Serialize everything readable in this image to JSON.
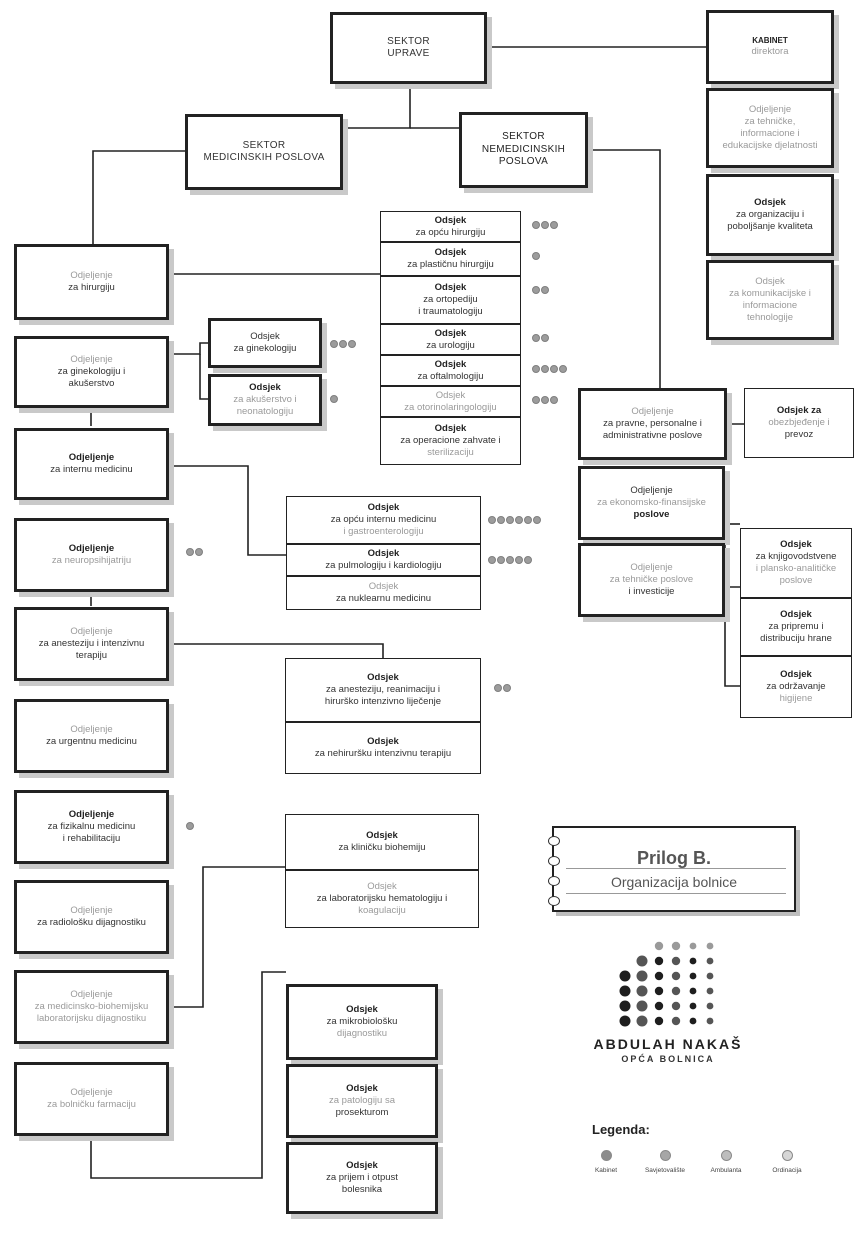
{
  "sectors": {
    "uprava": [
      "SEKTOR",
      "UPRAVE"
    ],
    "medicinski": [
      "SEKTOR",
      "MEDICINSKIH POSLOVA"
    ],
    "nemedicinski": [
      "SEKTOR",
      "NEMEDICINSKIH",
      "POSLOVA"
    ]
  },
  "right_top": {
    "kabinet": [
      "KABINET",
      "direktora"
    ],
    "informatika": [
      "Odjeljenje",
      "za tehničke,",
      "informacione i",
      "edukacijske djelatnosti"
    ],
    "organizacija": [
      "Odsjek",
      "za organizaciju i",
      "poboljšanje kvaliteta"
    ],
    "komunikacije": [
      "Odsjek",
      "za komunikacijske i",
      "informacione",
      "tehnologije"
    ]
  },
  "departments": [
    [
      "Odjeljenje",
      "za hirurgiju"
    ],
    [
      "Odjeljenje",
      "za ginekologiju i",
      "akušerstvo"
    ],
    [
      "Odjeljenje",
      "za internu medicinu"
    ],
    [
      "Odjeljenje",
      "za neuropsihijatriju"
    ],
    [
      "Odjeljenje",
      "za anesteziju i intenzivnu",
      "terapiju"
    ],
    [
      "Odjeljenje",
      "za urgentnu medicinu"
    ],
    [
      "Odjeljenje",
      "za fizikalnu medicinu",
      "i rehabilitaciju"
    ],
    [
      "Odjeljenje",
      "za radiološku dijagnostiku"
    ],
    [
      "Odjeljenje",
      "za medicinsko-biohemijsku",
      "laboratorijsku dijagnostiku"
    ],
    [
      "Odjeljenje",
      "za bolničku farmaciju"
    ]
  ],
  "surgery_units": [
    [
      "Odsjek",
      "za opću hirurgiju"
    ],
    [
      "Odsjek",
      "za plastičnu hirurgiju"
    ],
    [
      "Odsjek",
      "za ortopediju",
      "i traumatologiju"
    ],
    [
      "Odsjek",
      "za urologiju"
    ],
    [
      "Odsjek",
      "za oftalmologiju"
    ],
    [
      "Odsjek",
      "za otorinolaringologiju"
    ],
    [
      "Odsjek",
      "za operacione zahvate i",
      "sterilizaciju"
    ]
  ],
  "gyn_units": [
    [
      "Odsjek",
      "za ginekologiju"
    ],
    [
      "Odsjek",
      "za akušerstvo i",
      "neonatologiju"
    ]
  ],
  "internal_units": [
    [
      "Odsjek",
      "za opću internu medicinu",
      "i gastroenterologiju"
    ],
    [
      "Odsjek",
      "za pulmologiju i kardiologiju"
    ],
    [
      "Odsjek",
      "za nuklearnu medicinu"
    ]
  ],
  "anesthesia_units": [
    [
      "Odsjek",
      "za anesteziju, reanimaciju i",
      "hirurško intenzivno liječenje"
    ],
    [
      "Odsjek",
      "za nehiruršku intenzivnu terapiju"
    ]
  ],
  "lab_units": [
    [
      "Odsjek",
      "za kliničku biohemiju"
    ],
    [
      "Odsjek",
      "za laboratorijsku hematologiju i",
      "koagulaciju"
    ]
  ],
  "pharmacy_units": [
    [
      "Odsjek",
      "za mikrobiološku",
      "dijagnostiku"
    ],
    [
      "Odsjek",
      "za patologiju sa",
      "prosekturom"
    ],
    [
      "Odsjek",
      "za prijem i otpust",
      "bolesnika"
    ]
  ],
  "nonmedical": {
    "pravni": [
      "Odjeljenje",
      "za pravne, personalne i",
      "administrativne poslove"
    ],
    "ekonomski": [
      "Odjeljenje",
      "za ekonomsko-finansijske",
      "poslove"
    ],
    "tehnicki": [
      "Odjeljenje",
      "za tehničke poslove",
      "i investicije"
    ],
    "obezbjedjenje": [
      "Odsjek za",
      "obezbjeđenje i",
      "prevoz"
    ],
    "knjigovodstvo": [
      "Odsjek",
      "za knjigovodstvene",
      "i plansko-analitičke",
      "poslove"
    ],
    "hrana": [
      "Odsjek",
      "za pripremu i",
      "distribuciju hrane"
    ],
    "odrzavanje": [
      "Odsjek",
      "za održavanje",
      "higijene"
    ]
  },
  "prilog": {
    "title": "Prilog B.",
    "subtitle": "Organizacija bolnice"
  },
  "logo": {
    "name": "ABDULAH NAKAŠ",
    "subtitle": "OPĆA BOLNICA"
  },
  "legend": {
    "title": "Legenda:",
    "items": [
      {
        "label": "Kabinet",
        "color": "#8c8c8c"
      },
      {
        "label": "Savjetovalište",
        "color": "#a6a6a6"
      },
      {
        "label": "Ambulanta",
        "color": "#bdbdbd"
      },
      {
        "label": "Ordinacija",
        "color": "#d6d6d6"
      }
    ]
  },
  "colors": {
    "line": "#222222",
    "shadow": "#c9c9c9",
    "dot": "#9c9c9c"
  }
}
